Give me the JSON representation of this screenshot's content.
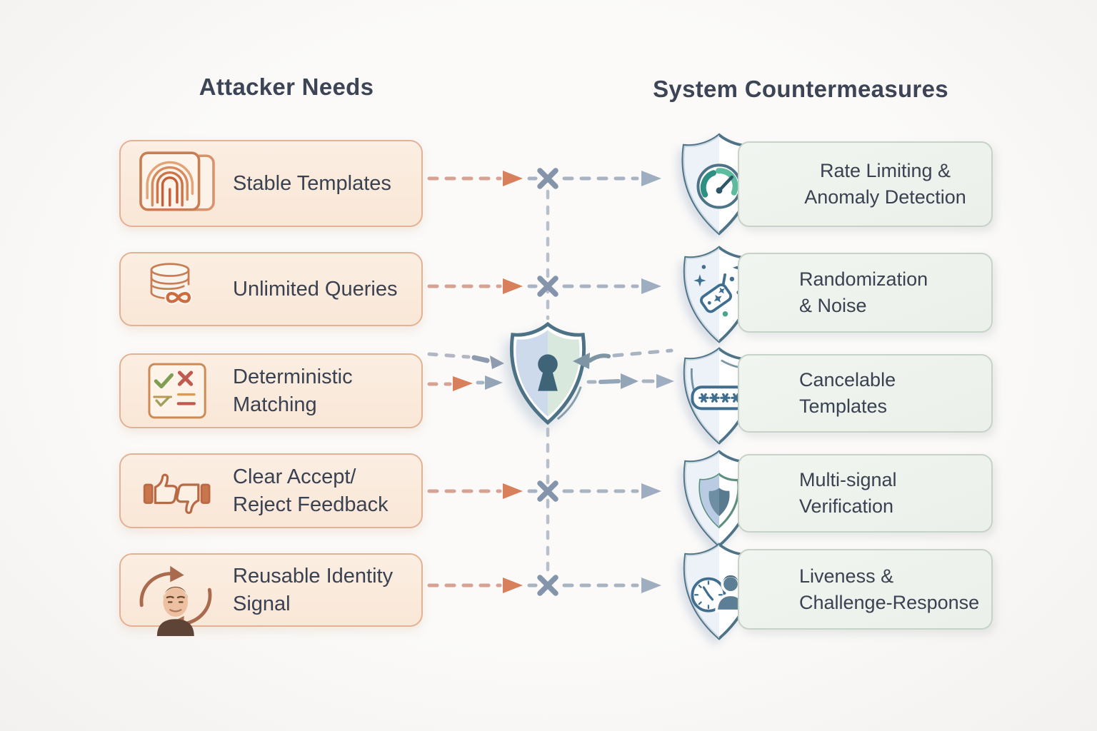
{
  "headers": {
    "attacker": "Attacker Needs",
    "countermeasures": "System Countermeasures"
  },
  "attacker_needs": [
    {
      "icon": "fingerprint-card-icon",
      "lines": [
        "Stable Templates"
      ]
    },
    {
      "icon": "database-infinity-icon",
      "lines": [
        "Unlimited Queries"
      ]
    },
    {
      "icon": "checklist-match-icon",
      "lines": [
        "Deterministic",
        "Matching"
      ]
    },
    {
      "icon": "thumbs-up-down-icon",
      "lines": [
        "Clear Accept/",
        "Reject Feedback"
      ]
    },
    {
      "icon": "face-cycle-icon",
      "lines": [
        "Reusable Identity",
        "Signal"
      ]
    }
  ],
  "countermeasures": [
    {
      "icon": "shield-gauge-icon",
      "lines": [
        "Rate Limiting &",
        "Anomaly Detection"
      ],
      "align": "center"
    },
    {
      "icon": "shield-tag-sparkles-icon",
      "lines": [
        "Randomization",
        "& Noise"
      ],
      "align": "left"
    },
    {
      "icon": "shield-password-icon",
      "lines": [
        "Cancelable",
        "Templates"
      ],
      "align": "left"
    },
    {
      "icon": "shield-inner-shield-icon",
      "lines": [
        "Multi-signal",
        "Verification"
      ],
      "align": "left"
    },
    {
      "icon": "shield-clock-person-icon",
      "lines": [
        "Liveness &",
        "Challenge-Response"
      ],
      "align": "left"
    }
  ],
  "center": {
    "icon": "lock-keyhole-shield-icon"
  },
  "connections": {
    "blocked_rows": [
      1,
      2,
      4,
      5
    ],
    "through_center_shield_row": 3,
    "style": "dashed-arrows-with-x-block"
  },
  "colors": {
    "accent_orange": "#d8805c",
    "dash_orange": "#d6a293",
    "panel_peach": "#fbeee2",
    "panel_border_peach": "#e3b193",
    "panel_green": "#eff3ee",
    "panel_border_green": "#c7d2c9",
    "steel_blue": "#4e7386",
    "teal_gauge": "#2e8f83",
    "dash_gray": "#a9b4c3",
    "block_x_gray": "#8495ab",
    "text_slate": "#3a4150"
  }
}
